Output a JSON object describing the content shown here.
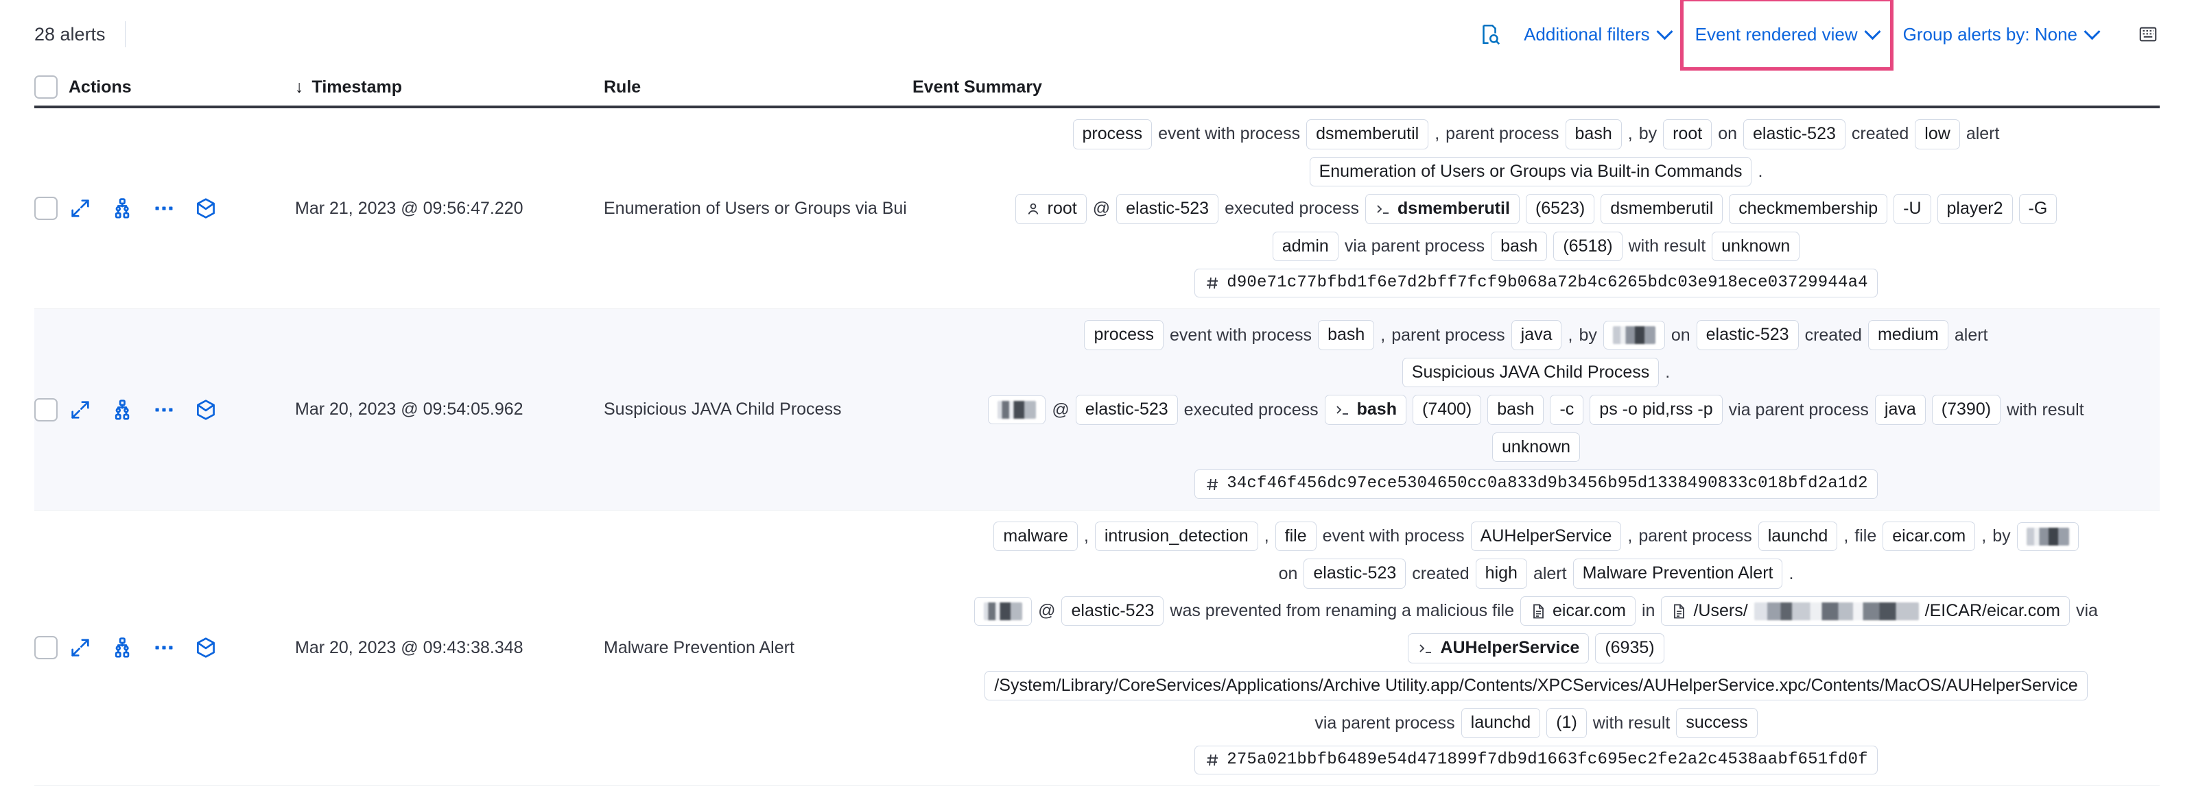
{
  "toolbar": {
    "alerts_count": "28 alerts",
    "additional_filters": "Additional filters",
    "event_rendered_view": "Event rendered view",
    "group_alerts_by": "Group alerts by: None",
    "highlight_color": "#e6477f",
    "link_color": "#0b64dd"
  },
  "table": {
    "headers": {
      "actions": "Actions",
      "timestamp": "Timestamp",
      "rule": "Rule",
      "summary": "Event Summary",
      "sort_indicator": "↓"
    },
    "rows": [
      {
        "timestamp": "Mar 21, 2023 @ 09:56:47.220",
        "rule": "Enumeration of Users or Groups via Bui",
        "summary_lines": [
          [
            {
              "t": "chip",
              "v": "process"
            },
            {
              "t": "text",
              "v": "event with process"
            },
            {
              "t": "chip",
              "v": "dsmemberutil"
            },
            {
              "t": "text",
              "v": ","
            },
            {
              "t": "text",
              "v": "parent process"
            },
            {
              "t": "chip",
              "v": "bash"
            },
            {
              "t": "text",
              "v": ","
            },
            {
              "t": "text",
              "v": "by"
            },
            {
              "t": "chip",
              "v": "root"
            },
            {
              "t": "text",
              "v": "on"
            },
            {
              "t": "chip",
              "v": "elastic-523"
            },
            {
              "t": "text",
              "v": "created"
            },
            {
              "t": "chip",
              "v": "low"
            },
            {
              "t": "text",
              "v": "alert"
            }
          ],
          [
            {
              "t": "chip",
              "v": "Enumeration of Users or Groups via Built-in Commands"
            },
            {
              "t": "text",
              "v": "."
            }
          ],
          [
            {
              "t": "chip",
              "v": "root",
              "icon": "user-icon"
            },
            {
              "t": "text",
              "v": "@"
            },
            {
              "t": "chip",
              "v": "elastic-523"
            },
            {
              "t": "text",
              "v": "executed process"
            },
            {
              "t": "chip",
              "v": "dsmemberutil",
              "icon": "terminal-icon",
              "bold": true
            },
            {
              "t": "chip",
              "v": "(6523)"
            },
            {
              "t": "chip",
              "v": "dsmemberutil"
            },
            {
              "t": "chip",
              "v": "checkmembership"
            },
            {
              "t": "chip",
              "v": "-U"
            },
            {
              "t": "chip",
              "v": "player2"
            },
            {
              "t": "chip",
              "v": "-G"
            }
          ],
          [
            {
              "t": "chip",
              "v": "admin"
            },
            {
              "t": "text",
              "v": "via parent process"
            },
            {
              "t": "chip",
              "v": "bash"
            },
            {
              "t": "chip",
              "v": "(6518)"
            },
            {
              "t": "text",
              "v": "with result"
            },
            {
              "t": "chip",
              "v": "unknown"
            }
          ],
          [
            {
              "t": "chip",
              "v": "d90e71c77bfbd1f6e7d2bff7fcf9b068a72b4c6265bdc03e918ece03729944a4",
              "icon": "hash-icon",
              "mono": true
            }
          ]
        ]
      },
      {
        "timestamp": "Mar 20, 2023 @ 09:54:05.962",
        "rule": "Suspicious JAVA Child Process",
        "striped": true,
        "summary_lines": [
          [
            {
              "t": "chip",
              "v": "process"
            },
            {
              "t": "text",
              "v": "event with process"
            },
            {
              "t": "chip",
              "v": "bash"
            },
            {
              "t": "text",
              "v": ","
            },
            {
              "t": "text",
              "v": "parent process"
            },
            {
              "t": "chip",
              "v": "java"
            },
            {
              "t": "text",
              "v": ","
            },
            {
              "t": "text",
              "v": "by"
            },
            {
              "t": "chip",
              "v": "",
              "redacted": "user2"
            },
            {
              "t": "text",
              "v": "on"
            },
            {
              "t": "chip",
              "v": "elastic-523"
            },
            {
              "t": "text",
              "v": "created"
            },
            {
              "t": "chip",
              "v": "medium"
            },
            {
              "t": "text",
              "v": "alert"
            }
          ],
          [
            {
              "t": "chip",
              "v": "Suspicious JAVA Child Process"
            },
            {
              "t": "text",
              "v": "."
            }
          ],
          [
            {
              "t": "chip",
              "v": "",
              "redacted": "user3"
            },
            {
              "t": "text",
              "v": "@"
            },
            {
              "t": "chip",
              "v": "elastic-523"
            },
            {
              "t": "text",
              "v": "executed process"
            },
            {
              "t": "chip",
              "v": "bash",
              "icon": "terminal-icon",
              "bold": true
            },
            {
              "t": "chip",
              "v": "(7400)"
            },
            {
              "t": "chip",
              "v": "bash"
            },
            {
              "t": "chip",
              "v": "-c"
            },
            {
              "t": "chip",
              "v": "ps -o pid,rss -p"
            },
            {
              "t": "text",
              "v": "via parent process"
            },
            {
              "t": "chip",
              "v": "java"
            },
            {
              "t": "chip",
              "v": "(7390)"
            },
            {
              "t": "text",
              "v": "with result"
            }
          ],
          [
            {
              "t": "chip",
              "v": "unknown"
            }
          ],
          [
            {
              "t": "chip",
              "v": "34cf46f456dc97ece5304650cc0a833d9b3456b95d1338490833c018bfd2a1d2",
              "icon": "hash-icon",
              "mono": true
            }
          ]
        ]
      },
      {
        "timestamp": "Mar 20, 2023 @ 09:43:38.348",
        "rule": "Malware Prevention Alert",
        "summary_lines": [
          [
            {
              "t": "chip",
              "v": "malware"
            },
            {
              "t": "text",
              "v": ","
            },
            {
              "t": "chip",
              "v": "intrusion_detection"
            },
            {
              "t": "text",
              "v": ","
            },
            {
              "t": "chip",
              "v": "file"
            },
            {
              "t": "text",
              "v": "event with process"
            },
            {
              "t": "chip",
              "v": "AUHelperService"
            },
            {
              "t": "text",
              "v": ","
            },
            {
              "t": "text",
              "v": "parent process"
            },
            {
              "t": "chip",
              "v": "launchd"
            },
            {
              "t": "text",
              "v": ","
            },
            {
              "t": "text",
              "v": "file"
            },
            {
              "t": "chip",
              "v": "eicar.com"
            },
            {
              "t": "text",
              "v": ","
            },
            {
              "t": "text",
              "v": "by"
            },
            {
              "t": "chip",
              "v": "",
              "redacted": "user2"
            }
          ],
          [
            {
              "t": "text",
              "v": "on"
            },
            {
              "t": "chip",
              "v": "elastic-523"
            },
            {
              "t": "text",
              "v": "created"
            },
            {
              "t": "chip",
              "v": "high"
            },
            {
              "t": "text",
              "v": "alert"
            },
            {
              "t": "chip",
              "v": "Malware Prevention Alert"
            },
            {
              "t": "text",
              "v": "."
            }
          ],
          [
            {
              "t": "chip",
              "v": "",
              "redacted": "user3"
            },
            {
              "t": "text",
              "v": "@"
            },
            {
              "t": "chip",
              "v": "elastic-523"
            },
            {
              "t": "text",
              "v": "was prevented from renaming a malicious file"
            },
            {
              "t": "chip",
              "v": "eicar.com",
              "icon": "file-icon"
            },
            {
              "t": "text",
              "v": "in"
            },
            {
              "t": "chip",
              "v": "/Users/",
              "suffix": "/EICAR/eicar.com",
              "icon": "file-icon",
              "redactedPath": true
            },
            {
              "t": "text",
              "v": "via"
            }
          ],
          [
            {
              "t": "chip",
              "v": "AUHelperService",
              "icon": "terminal-icon",
              "bold": true
            },
            {
              "t": "chip",
              "v": "(6935)"
            }
          ],
          [
            {
              "t": "chip",
              "v": "/System/Library/CoreServices/Applications/Archive Utility.app/Contents/XPCServices/AUHelperService.xpc/Contents/MacOS/AUHelperService"
            }
          ],
          [
            {
              "t": "text",
              "v": "via parent process"
            },
            {
              "t": "chip",
              "v": "launchd"
            },
            {
              "t": "chip",
              "v": "(1)"
            },
            {
              "t": "text",
              "v": "with result"
            },
            {
              "t": "chip",
              "v": "success"
            }
          ],
          [
            {
              "t": "chip",
              "v": "275a021bbfb6489e54d471899f7db9d1663fc695ec2fe2a2c4538aabf651fd0f",
              "icon": "hash-icon",
              "mono": true
            }
          ]
        ]
      }
    ]
  },
  "icons": {
    "inspect": "inspect-icon",
    "keyboard": "keyboard-icon",
    "expand": "expand-icon",
    "analyzer": "analyzer-icon",
    "more": "more-actions-icon",
    "session": "session-view-icon"
  }
}
